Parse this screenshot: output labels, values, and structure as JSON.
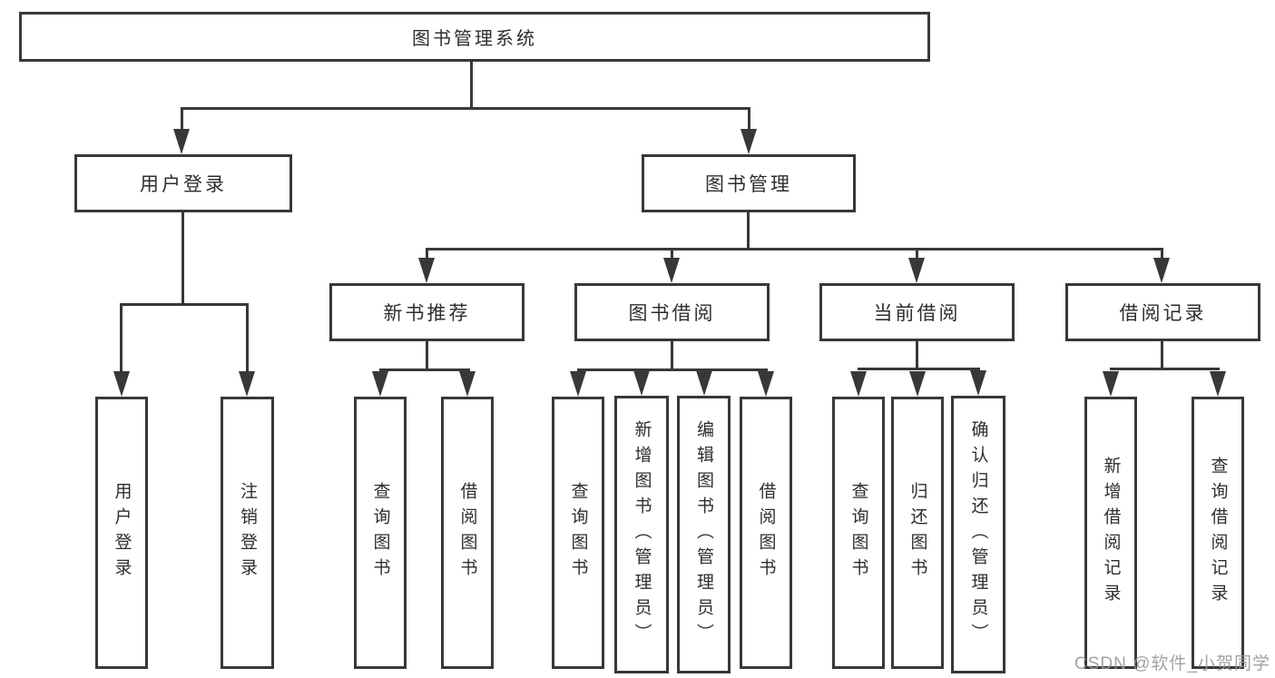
{
  "nodes": {
    "root": "图书管理系统",
    "userLogin": "用户登录",
    "bookMgmt": "图书管理",
    "newBookRec": "新书推荐",
    "bookBorrow": "图书借阅",
    "currentBorrow": "当前借阅",
    "borrowRecords": "借阅记录",
    "leafUserLogin": "用户登录",
    "leafLogout": "注销登录",
    "leafQueryBooks1": "查询图书",
    "leafBorrowBooks1": "借阅图书",
    "leafQueryBooks2": "查询图书",
    "leafAddBookAdmin": "新增图书（管理员）",
    "leafEditBookAdmin": "编辑图书（管理员）",
    "leafBorrowBooks2": "借阅图书",
    "leafQueryBooks3": "查询图书",
    "leafReturnBook": "归还图书",
    "leafConfirmReturnAdmin": "确认归还（管理员）",
    "leafAddBorrowRecord": "新增借阅记录",
    "leafQueryBorrowRecord": "查询借阅记录"
  },
  "watermark": "CSDN @软件_小贺同学",
  "colors": {
    "line": "#383838",
    "box_bg": "#ffffff",
    "text": "#2e2e2e",
    "watermark": "#9b9b9b"
  }
}
